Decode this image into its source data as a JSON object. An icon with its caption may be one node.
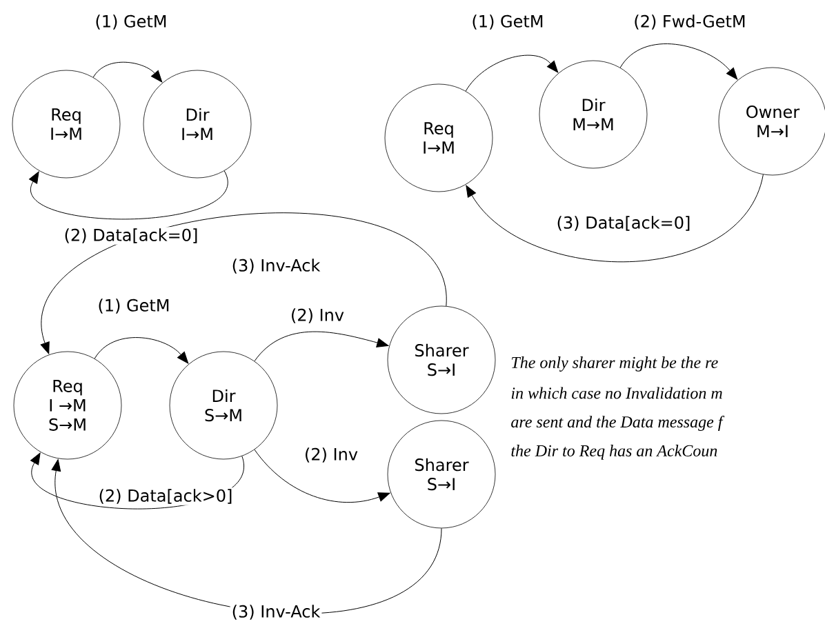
{
  "diagram": {
    "nodes": [
      {
        "text": [
          "Req",
          "I→M"
        ]
      },
      {
        "text": [
          "Dir",
          "I→M"
        ]
      },
      {
        "text": [
          "Req",
          "I→M"
        ]
      },
      {
        "text": [
          "Dir",
          "M→M"
        ]
      },
      {
        "text": [
          "Owner",
          "M→I"
        ]
      },
      {
        "text": [
          "Req",
          "I →M",
          "S→M"
        ]
      },
      {
        "text": [
          "Dir",
          "S→M"
        ]
      },
      {
        "text": [
          "Sharer",
          "S→I"
        ]
      },
      {
        "text": [
          "Sharer",
          "S→I"
        ]
      }
    ],
    "edges": [
      {
        "from": 0,
        "to": 1,
        "arrow": "to",
        "label": "(1) GetM"
      },
      {
        "from": 1,
        "to": 0,
        "arrow": "to",
        "label": "(2) Data[ack=0]"
      },
      {
        "from": 2,
        "to": 3,
        "arrow": "to",
        "label": "(1) GetM"
      },
      {
        "from": 3,
        "to": 4,
        "arrow": "to",
        "label": "(2) Fwd-GetM"
      },
      {
        "from": 4,
        "to": 2,
        "arrow": "to",
        "label": "(3) Data[ack=0]"
      },
      {
        "from": 7,
        "to": 5,
        "arrow": "to",
        "label": "(3) Inv-Ack"
      },
      {
        "from": 5,
        "to": 6,
        "arrow": "to",
        "label": "(1) GetM"
      },
      {
        "from": 6,
        "to": 7,
        "arrow": "to",
        "label": "(2) Inv"
      },
      {
        "from": 6,
        "to": 8,
        "arrow": "to",
        "label": "(2) Inv"
      },
      {
        "from": 6,
        "to": 5,
        "arrow": "to",
        "label": "(2) Data[ack>0]"
      },
      {
        "from": 8,
        "to": 5,
        "arrow": "to",
        "label": "(3) Inv-Ack"
      }
    ],
    "labels": [
      "The only sharer might be the re",
      "in which case no Invalidation m",
      "are sent and the Data message f",
      "the Dir to Req has an AckCoun"
    ]
  }
}
